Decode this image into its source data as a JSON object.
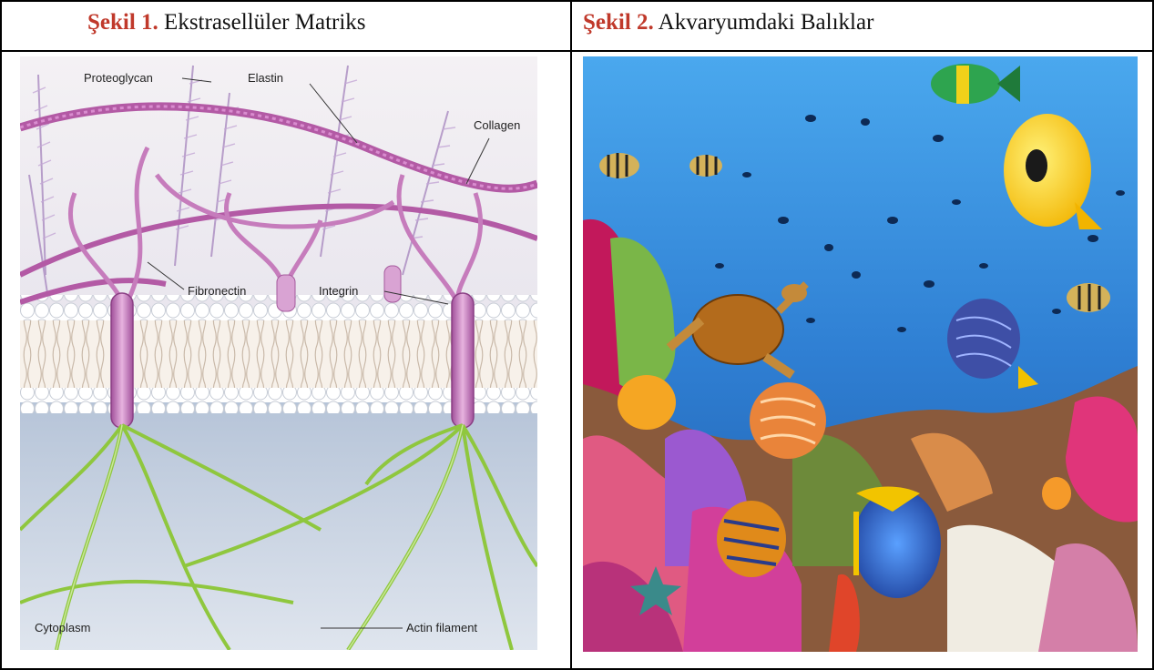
{
  "figure1": {
    "label": "Şekil 1.",
    "title": "Ekstrasellüler Matriks",
    "labels": {
      "proteoglycan": "Proteoglycan",
      "elastin": "Elastin",
      "collagen": "Collagen",
      "fibronectin": "Fibronectin",
      "integrin": "Integrin",
      "cytoplasm": "Cytoplasm",
      "actin": "Actin filament"
    }
  },
  "figure2": {
    "label": "Şekil 2.",
    "title": "Akvaryumdaki Balıklar"
  },
  "colors": {
    "caption_label": "#c0392b",
    "matrix_purple": "#b85fa8",
    "actin_green": "#8fc73e",
    "water_blue": "#2f7fd3"
  }
}
